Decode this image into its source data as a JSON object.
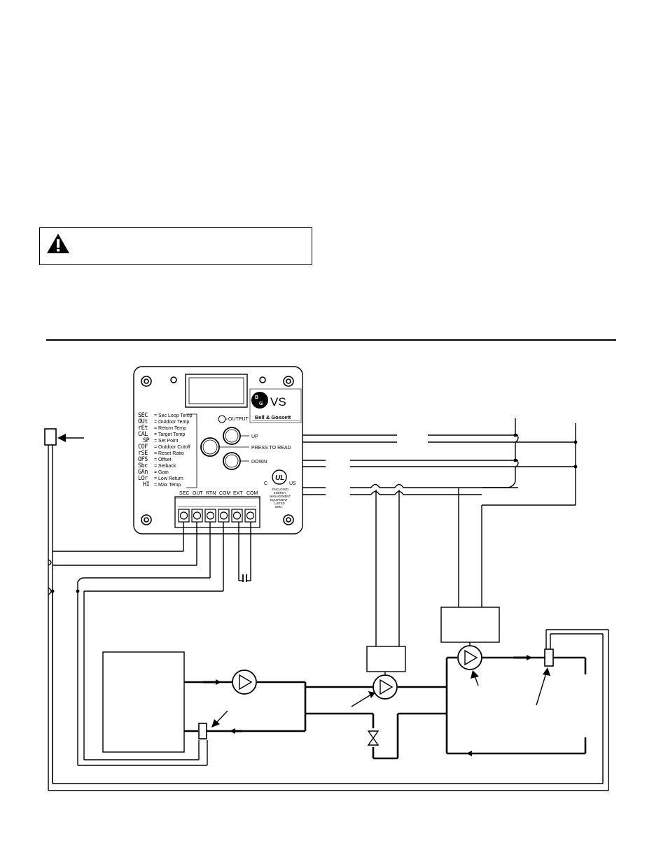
{
  "controller": {
    "brand_logo_letters": [
      "B",
      "G"
    ],
    "model": "VS",
    "brand": "Bell & Gossett",
    "output_label": "OUTPUT",
    "up_label": "UP",
    "press_label": "PRESS TO READ",
    "down_label": "DOWN",
    "legend": [
      {
        "code": "SEC",
        "text": "= Sec Loop Temp"
      },
      {
        "code": "OUt",
        "text": "= Outdoor Temp"
      },
      {
        "code": "rEt",
        "text": "= Return Temp"
      },
      {
        "code": "CAL",
        "text": "= Target Temp"
      },
      {
        "code": "SP",
        "text": "= Set Point"
      },
      {
        "code": "COF",
        "text": "= Outdoor Cutoff"
      },
      {
        "code": "rSE",
        "text": "= Reset Ratio"
      },
      {
        "code": "OFS",
        "text": "= Offset"
      },
      {
        "code": "Sbc",
        "text": "= Setback"
      },
      {
        "code": "GAn",
        "text": "= Gain"
      },
      {
        "code": "LOr",
        "text": "= Low Return"
      },
      {
        "code": "HI",
        "text": "= Max Temp"
      }
    ],
    "terminals": [
      "SEC",
      "OUT",
      "RTN",
      "COM",
      "EXT",
      "COM"
    ],
    "ul_mark": {
      "left": "C",
      "right": "US",
      "mark": "UL"
    },
    "ul_text": [
      "ENCLOSED",
      "ENERGY",
      "MANAGEMENT",
      "EQUIPMENT",
      "LISTED",
      "59RA"
    ]
  },
  "warning": {
    "icon": "warning-triangle-icon"
  }
}
